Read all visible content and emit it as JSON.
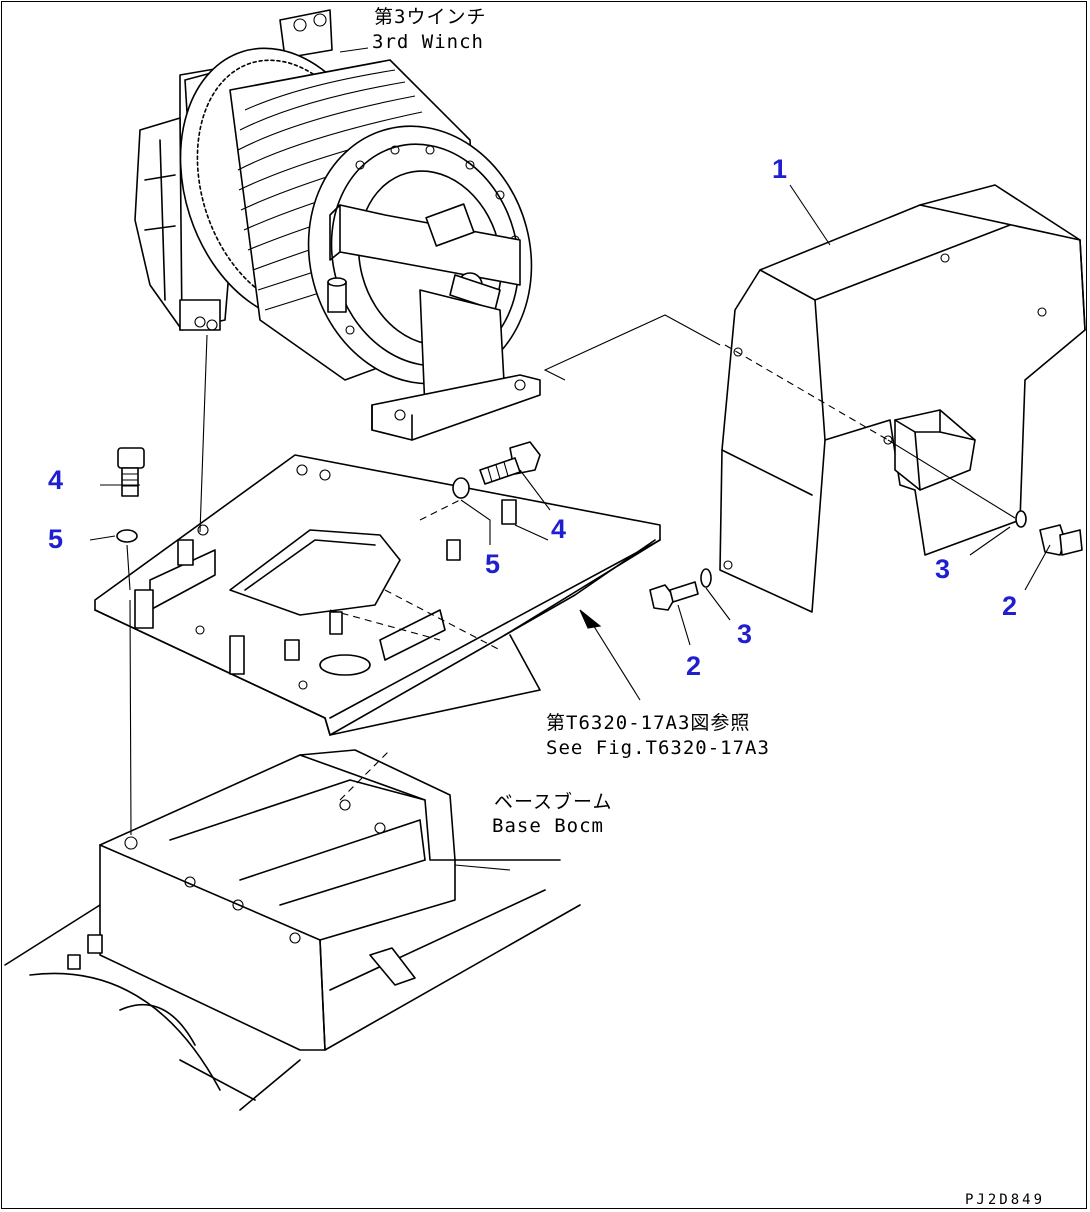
{
  "labels": {
    "winch_jp": "第3ウインチ",
    "winch_en": "3rd Winch",
    "ref_jp": "第T6320-17A3図参照",
    "ref_en": "See Fig.T6320-17A3",
    "boom_jp": "ベースブーム",
    "boom_en": "Base Bocm",
    "drawing_code": "PJ2D849"
  },
  "callouts": [
    "1",
    "2",
    "3",
    "4",
    "5"
  ],
  "colors": {
    "callout": "#1f1fd0",
    "line": "#000000",
    "background": "#ffffff"
  }
}
